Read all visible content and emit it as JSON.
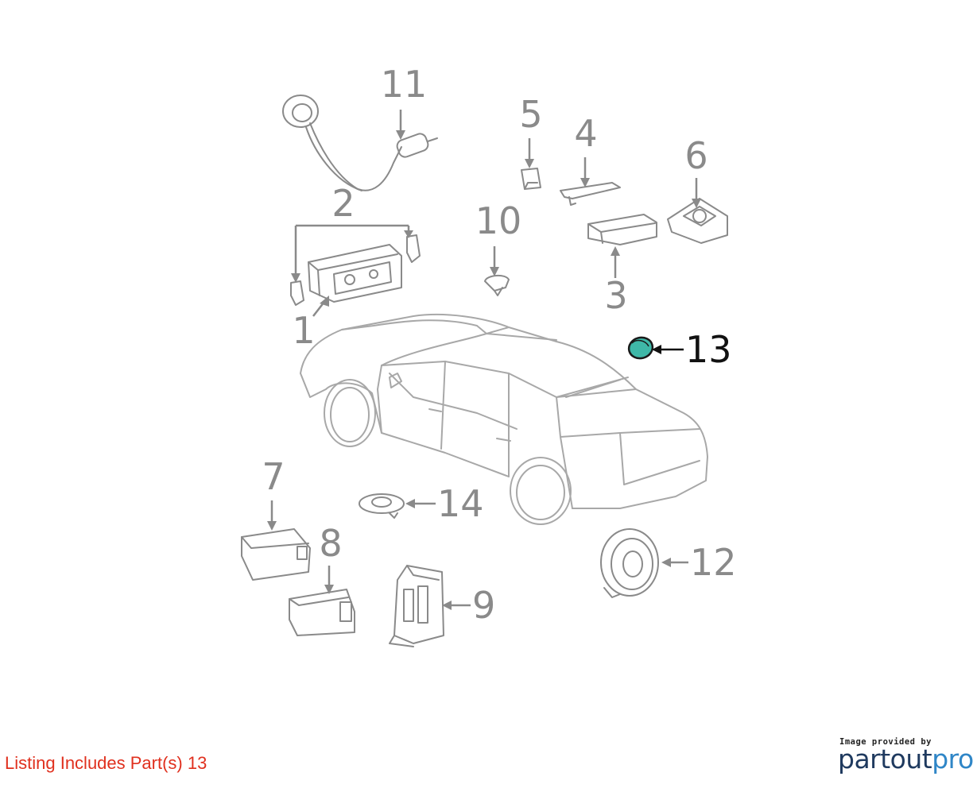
{
  "diagram": {
    "callouts": [
      {
        "id": "1",
        "label": "1"
      },
      {
        "id": "2",
        "label": "2"
      },
      {
        "id": "3",
        "label": "3"
      },
      {
        "id": "4",
        "label": "4"
      },
      {
        "id": "5",
        "label": "5"
      },
      {
        "id": "6",
        "label": "6"
      },
      {
        "id": "7",
        "label": "7"
      },
      {
        "id": "8",
        "label": "8"
      },
      {
        "id": "9",
        "label": "9"
      },
      {
        "id": "10",
        "label": "10"
      },
      {
        "id": "11",
        "label": "11"
      },
      {
        "id": "12",
        "label": "12"
      },
      {
        "id": "13",
        "label": "13"
      },
      {
        "id": "14",
        "label": "14"
      }
    ],
    "highlighted_part": "13",
    "colors": {
      "line": "#8a8a8a",
      "highlight_fill": "#3fb8a8",
      "highlight_label": "#111111"
    }
  },
  "footer": {
    "listing_note": "Listing Includes Part(s) 13",
    "listing_note_color": "#e0301e",
    "credit_small": "Image provided by",
    "credit_brand_dark": "partout",
    "credit_brand_light": "pro"
  }
}
